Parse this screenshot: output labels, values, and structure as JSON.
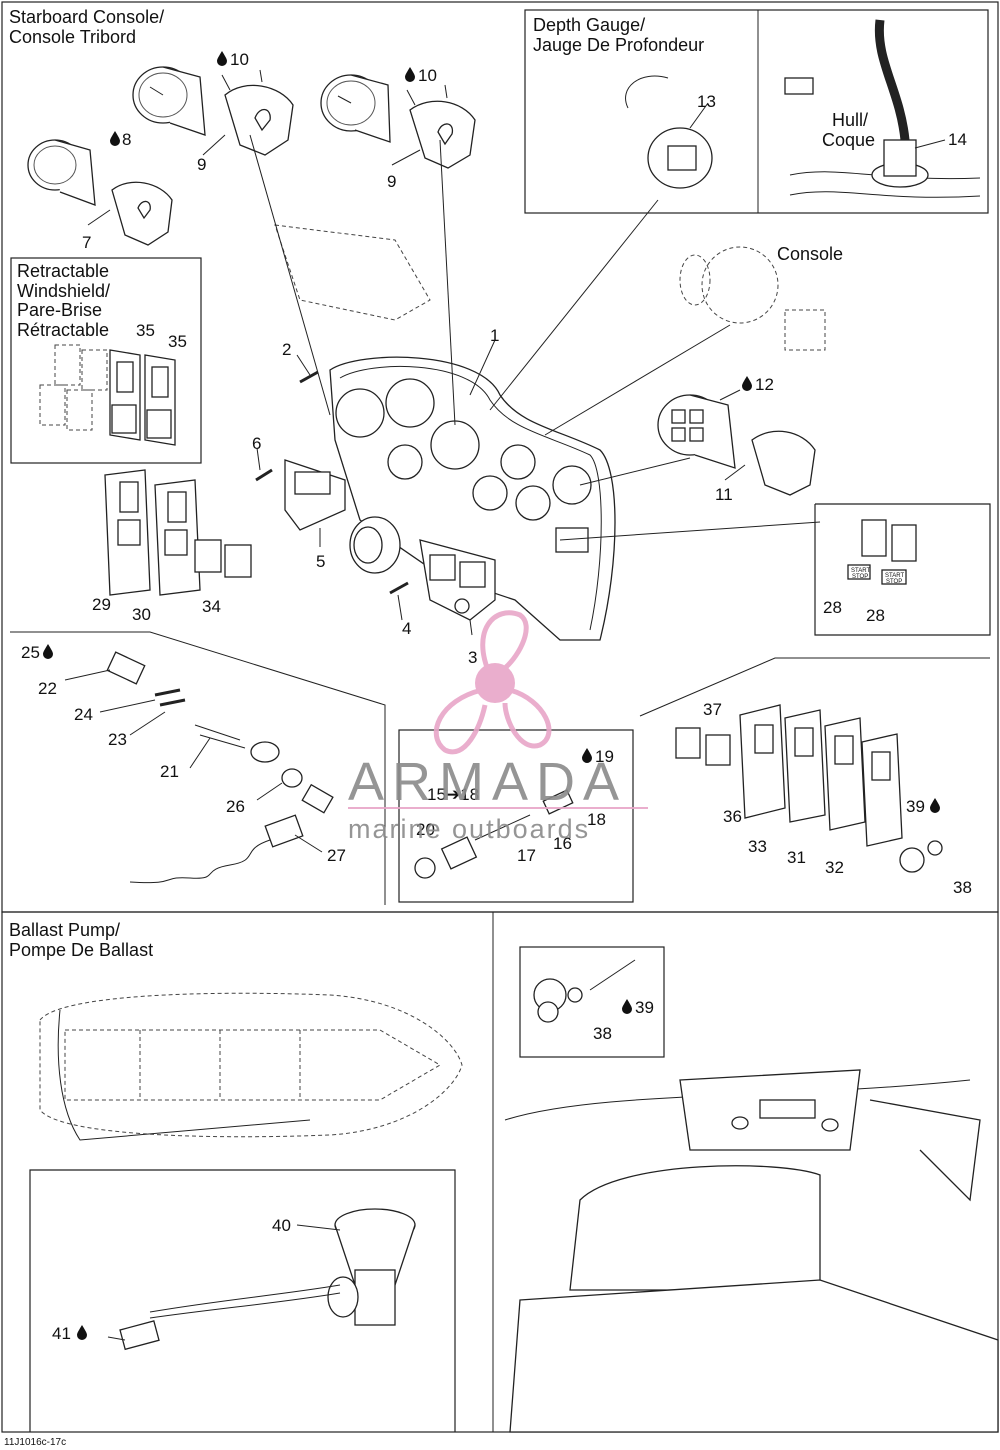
{
  "panels": {
    "starboard_console": [
      "Starboard Console/",
      "Console Tribord"
    ],
    "depth_gauge": [
      "Depth Gauge/",
      "Jauge De Profondeur"
    ],
    "hull": [
      "Hull/",
      "Coque"
    ],
    "console": "Console",
    "retractable_windshield": [
      "Retractable",
      "Windshield/",
      "Pare-Brise",
      "Rétractable"
    ],
    "ballast_pump": [
      "Ballast Pump/",
      "Pompe De Ballast"
    ]
  },
  "callouts": {
    "c1": "1",
    "c2": "2",
    "c3": "3",
    "c4": "4",
    "c5": "5",
    "c6": "6",
    "c7": "7",
    "c8": "8",
    "c9a": "9",
    "c9b": "9",
    "c10a": "10",
    "c10b": "10",
    "c11": "11",
    "c12": "12",
    "c13": "13",
    "c14": "14",
    "c15_18": "15➔18",
    "c16": "16",
    "c17": "17",
    "c18": "18",
    "c19": "19",
    "c20": "20",
    "c21": "21",
    "c22": "22",
    "c23": "23",
    "c24": "24",
    "c25": "25",
    "c26": "26",
    "c27": "27",
    "c28a": "28",
    "c28b": "28",
    "c29": "29",
    "c30": "30",
    "c31": "31",
    "c32": "32",
    "c33": "33",
    "c34": "34",
    "c35a": "35",
    "c35b": "35",
    "c36": "36",
    "c37": "37",
    "c38a": "38",
    "c38b": "38",
    "c39a": "39",
    "c39b": "39",
    "c40": "40",
    "c41": "41"
  },
  "switch_labels": {
    "start_stop_a": [
      "START",
      "STOP"
    ],
    "start_stop_b": [
      "START",
      "STOP"
    ]
  },
  "watermark": {
    "brand": "ARMADA",
    "tagline": "marine outboards",
    "color": "#e8a6c8"
  },
  "footer": {
    "code": "11J1016c-17c"
  }
}
